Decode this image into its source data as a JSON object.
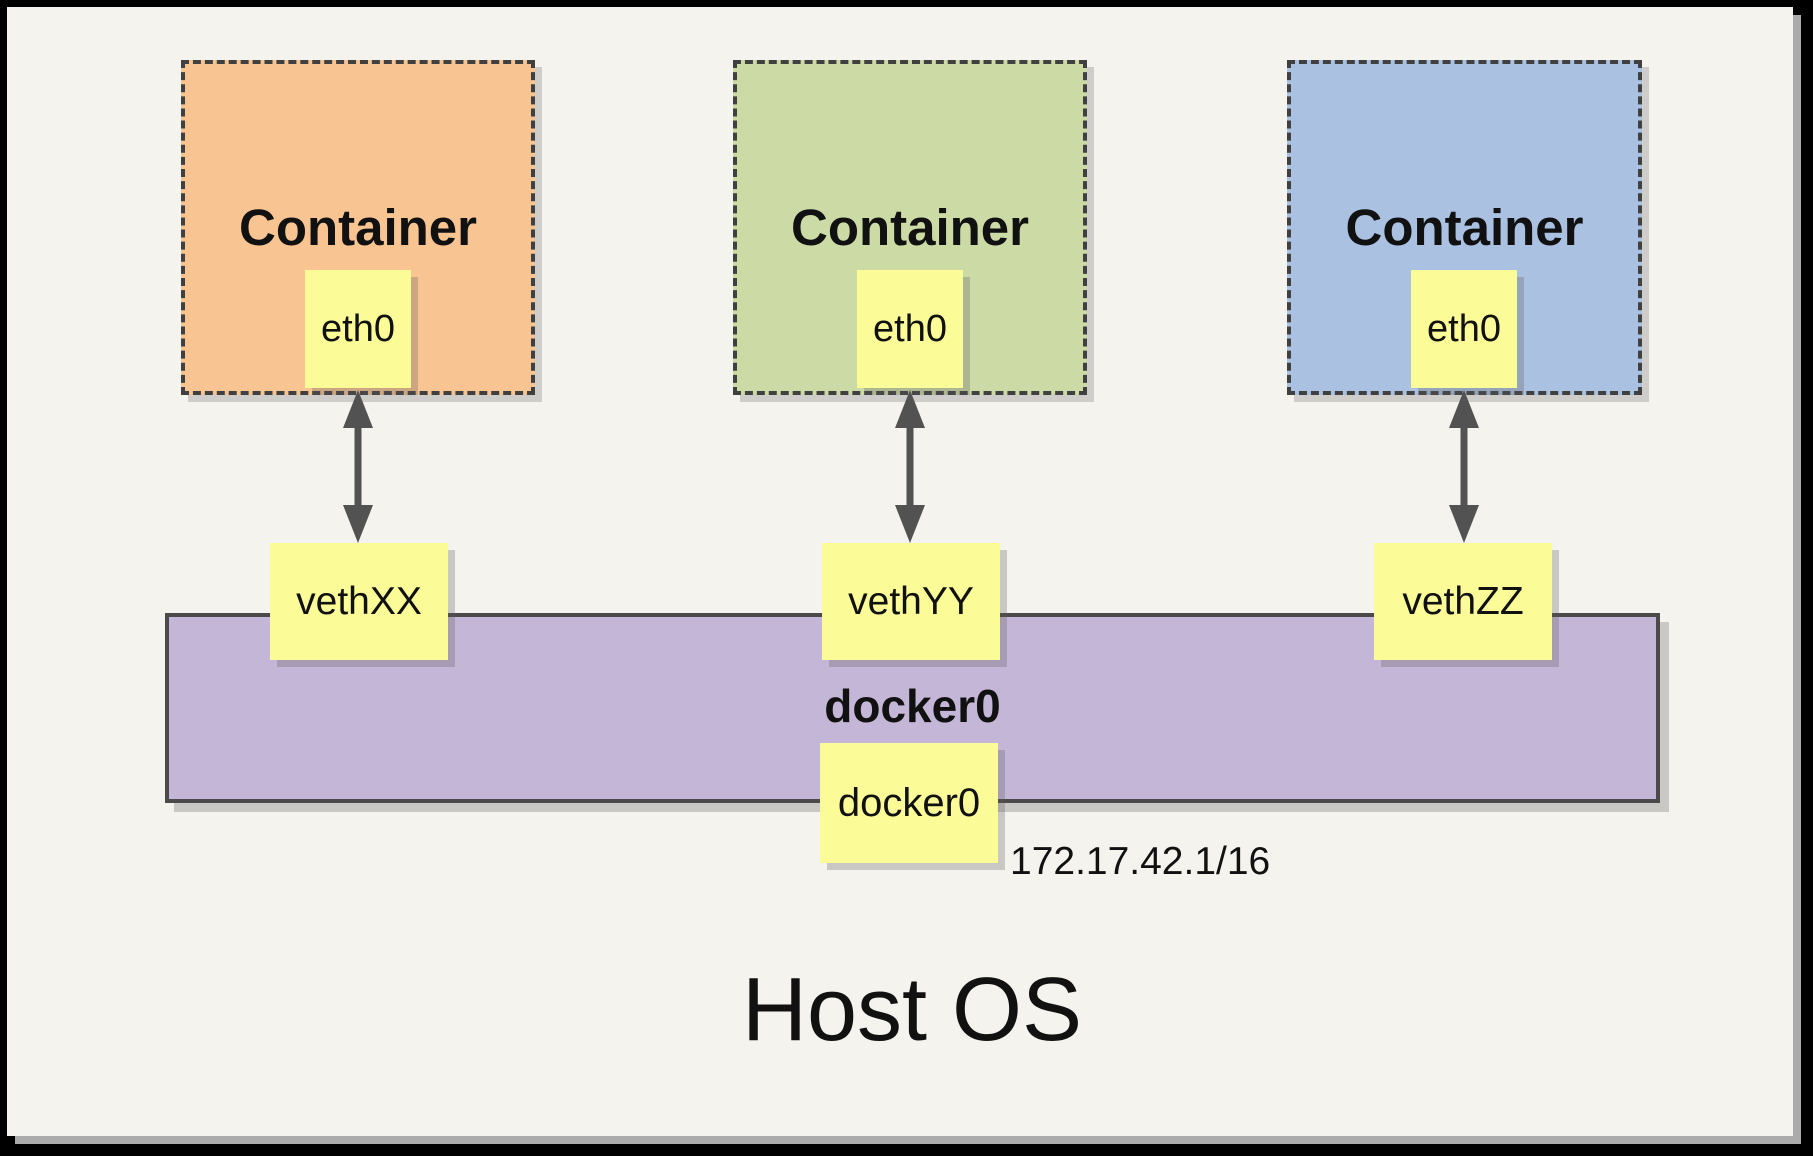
{
  "host": {
    "label": "Host OS"
  },
  "containers": [
    {
      "label": "Container",
      "interface_label": "eth0",
      "veth_label": "vethXX",
      "fill": "#f8c491"
    },
    {
      "label": "Container",
      "interface_label": "eth0",
      "veth_label": "vethYY",
      "fill": "#ccdaa5"
    },
    {
      "label": "Container",
      "interface_label": "eth0",
      "veth_label": "vethZZ",
      "fill": "#aac1e1"
    }
  ],
  "bridge": {
    "label": "docker0",
    "interface_label": "docker0",
    "ip_cidr": "172.17.42.1/16",
    "fill": "#c4b6d6"
  },
  "colors": {
    "background": "#f4f3ee",
    "frame": "#000000",
    "note_fill": "#fbfb98",
    "dashed_border": "#404040",
    "arrow": "#525252"
  }
}
